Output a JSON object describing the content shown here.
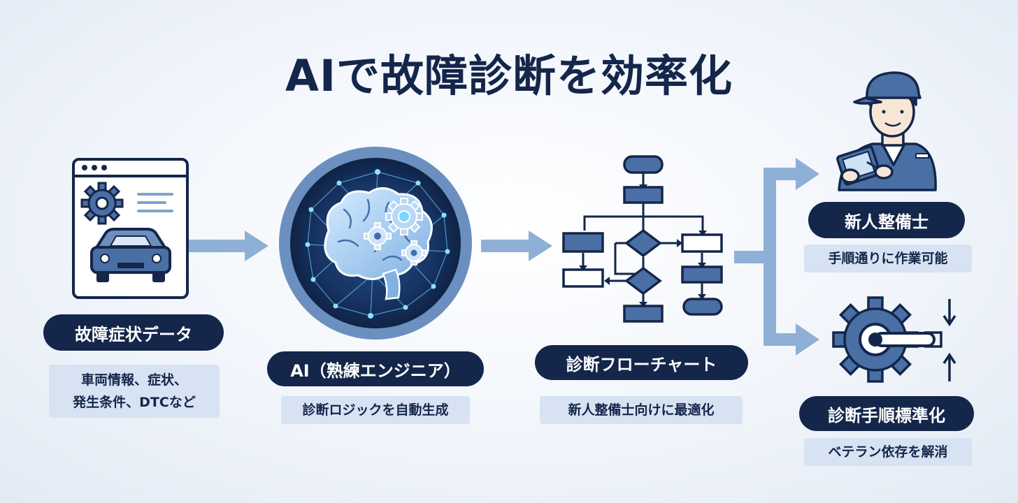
{
  "title": "AIで故障診断を効率化",
  "steps": [
    {
      "label": "故障症状データ",
      "desc_lines": [
        "車両情報、症状、",
        "発生条件、DTCなど"
      ]
    },
    {
      "label": "AI（熟練エンジニア）",
      "desc_lines": [
        "診断ロジックを自動生成"
      ]
    },
    {
      "label": "診断フローチャート",
      "desc_lines": [
        "新人整備士向けに最適化"
      ]
    }
  ],
  "outcomes": [
    {
      "label": "新人整備士",
      "desc": "手順通りに作業可能"
    },
    {
      "label": "診断手順標準化",
      "desc": "ベテラン依存を解消"
    }
  ],
  "icons": [
    "app-window-icon",
    "gear-icon",
    "car-icon",
    "brain-icon",
    "network-icon",
    "flowchart-icon",
    "mechanic-icon",
    "tablet-icon",
    "standardize-gear-icon"
  ],
  "colors": {
    "navy": "#14264a",
    "accent": "#4a6fa5",
    "arrow": "#8fb0d6",
    "desc_bg": "#d7e3f3",
    "glow": "#7fd4ff"
  }
}
